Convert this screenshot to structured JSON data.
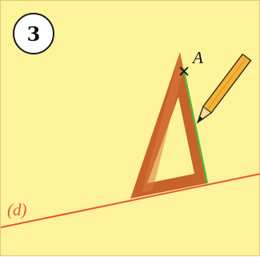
{
  "step": {
    "number": "3"
  },
  "line": {
    "label_open": "(",
    "label_name": "d",
    "label_close": ")"
  },
  "point": {
    "label": "A"
  },
  "colors": {
    "background": "#fdf39a",
    "line": "#e8553a",
    "triangle": "#c7622a",
    "triangle_light": "#dc7a3c",
    "ruler_edge": "#55b53a",
    "pencil_body": "#f2b335",
    "pencil_dark": "#2a2016"
  },
  "icons": {
    "set_square": "set-square-icon",
    "pencil": "pencil-icon",
    "cross_mark": "cross-mark-icon"
  }
}
